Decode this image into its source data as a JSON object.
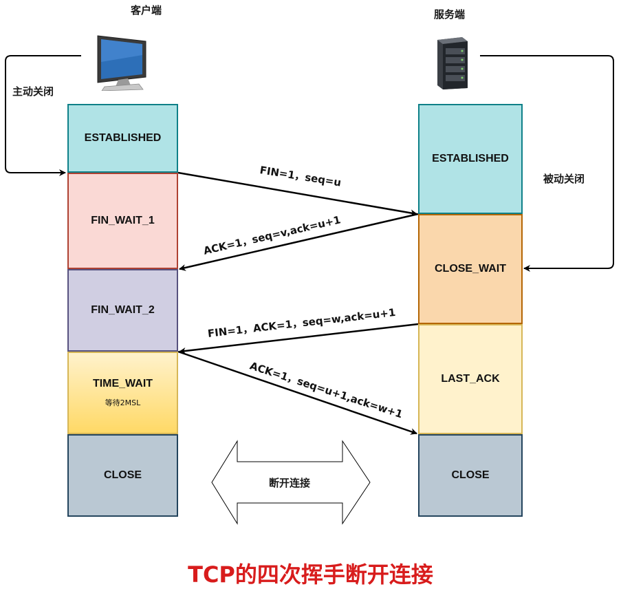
{
  "client": {
    "label": "客户端",
    "action": "主动关闭",
    "states": [
      {
        "name": "ESTABLISHED",
        "fill": "#b0e3e6",
        "stroke": "#0e8088"
      },
      {
        "name": "FIN_WAIT_1",
        "fill": "#fad9d5",
        "stroke": "#ae4132"
      },
      {
        "name": "FIN_WAIT_2",
        "fill": "#d0cee2",
        "stroke": "#56517e"
      },
      {
        "name": "TIME_WAIT",
        "sub": "等待2MSL",
        "fill": "#fff2cc",
        "stroke": "#d6b656"
      },
      {
        "name": "CLOSE",
        "fill": "#bac8d3",
        "stroke": "#23445d"
      }
    ]
  },
  "server": {
    "label": "服务端",
    "action": "被动关闭",
    "states": [
      {
        "name": "ESTABLISHED",
        "fill": "#b0e3e6",
        "stroke": "#0e8088"
      },
      {
        "name": "CLOSE_WAIT",
        "fill": "#fad7ac",
        "stroke": "#b46504"
      },
      {
        "name": "LAST_ACK",
        "fill": "#fff2cc",
        "stroke": "#d6b656"
      },
      {
        "name": "CLOSE",
        "fill": "#bac8d3",
        "stroke": "#23445d"
      }
    ]
  },
  "messages": [
    "FIN=1，seq=u",
    "ACK=1，seq=v,ack=u+1",
    "FIN=1，ACK=1，seq=w,ack=u+1",
    "ACK=1，seq=u+1,ack=w+1"
  ],
  "center_label": "断开连接",
  "title": "TCP的四次挥手断开连接",
  "icons": {
    "client": "desktop-monitor-icon",
    "server": "server-rack-icon"
  }
}
